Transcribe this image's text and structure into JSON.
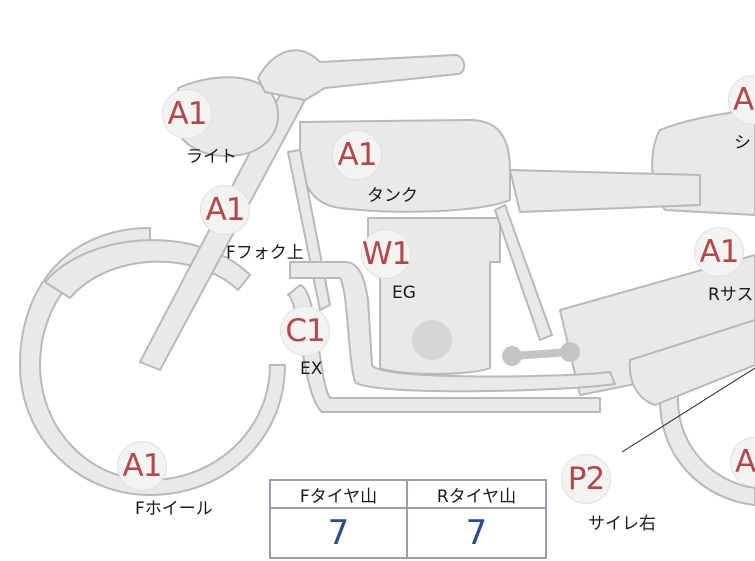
{
  "markers": [
    {
      "id": "light",
      "code": "A1",
      "label": "ライト"
    },
    {
      "id": "tank",
      "code": "A1",
      "label": "タンク"
    },
    {
      "id": "fork",
      "code": "A1",
      "label": "Fフォク上"
    },
    {
      "id": "engine",
      "code": "W1",
      "label": "EG"
    },
    {
      "id": "exhaust",
      "code": "C1",
      "label": "EX"
    },
    {
      "id": "front-wheel",
      "code": "A1",
      "label": "Fホイール"
    },
    {
      "id": "rear-sus",
      "code": "A1",
      "label": "Rサス"
    },
    {
      "id": "seat",
      "code": "A",
      "label": "シ"
    },
    {
      "id": "rear-edge",
      "code": "A",
      "label": ""
    },
    {
      "id": "silencer",
      "code": "P2",
      "label": "サイレ右"
    }
  ],
  "tire_table": {
    "front_header": "Fタイヤ山",
    "rear_header": "Rタイヤ山",
    "front_value": "7",
    "rear_value": "7"
  },
  "colors": {
    "bike_fill": "#e9e9e7",
    "bike_stroke": "#b9b9b7",
    "marker_code": "#b5474a",
    "table_value": "#2d4a8c"
  }
}
